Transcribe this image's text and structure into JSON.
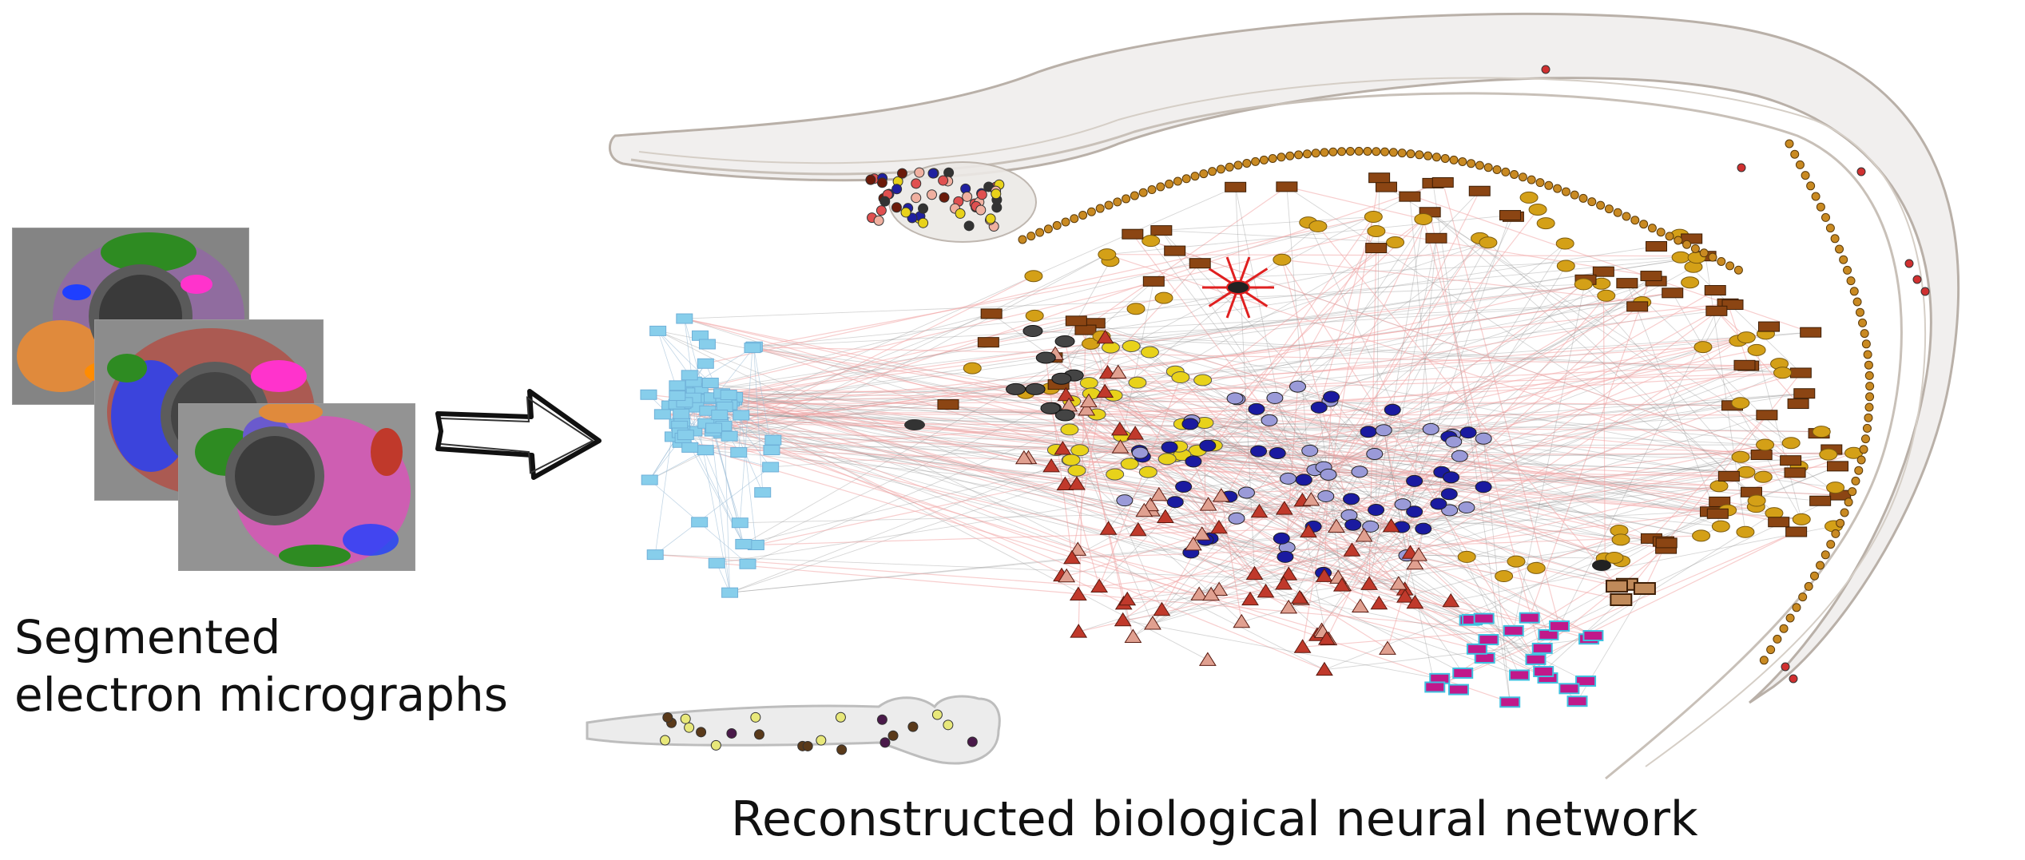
{
  "captions": {
    "left_line1": "Segmented",
    "left_line2": "electron micrographs",
    "bottom": "Reconstructed biological neural network"
  },
  "colors": {
    "blue_cluster": "#87ceeb",
    "brown_box": "#8b4513",
    "gold_oval": "#d4a017",
    "yellow_oval": "#e8d21a",
    "navy_oval": "#1a1aa0",
    "triangle_red": "#c0392b",
    "magenta_box": "#c0198a",
    "edge_red": "#f2a6a6",
    "edge_gray": "#8a8a8a",
    "worm_fill": "#f1efee",
    "worm_stroke": "#b9b0a8",
    "neuron_orange": "#c98a22"
  }
}
